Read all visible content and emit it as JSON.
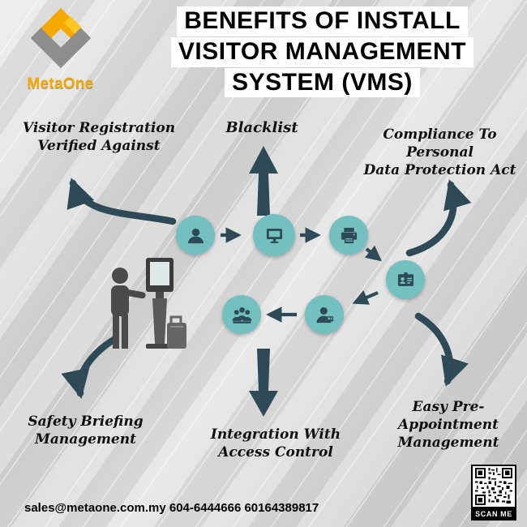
{
  "logo": {
    "brand": "MetaOne"
  },
  "title": {
    "line1": "BENEFITS OF INSTALL",
    "line2": "VISITOR MANAGEMENT",
    "line3": "SYSTEM (VMS)"
  },
  "benefits": {
    "visitor_registration": "Visitor Registration\nVerified Against",
    "blacklist": "Blacklist",
    "compliance": "Compliance To Personal\nData Protection Act",
    "safety_briefing": "Safety Briefing\nManagement",
    "integration": "Integration With\nAccess Control",
    "easy_pre_appointment": "Easy Pre-\nAppointment\nManagement"
  },
  "footer": {
    "contact": "sales@metaone.com.my 604-6444666 60164389817",
    "qr_label": "SCAN ME"
  },
  "colors": {
    "teal": "#74bfc0",
    "dark_slate": "#2e4a57",
    "brand_orange": "#f5a800",
    "brand_gray": "#8e8e8e"
  }
}
